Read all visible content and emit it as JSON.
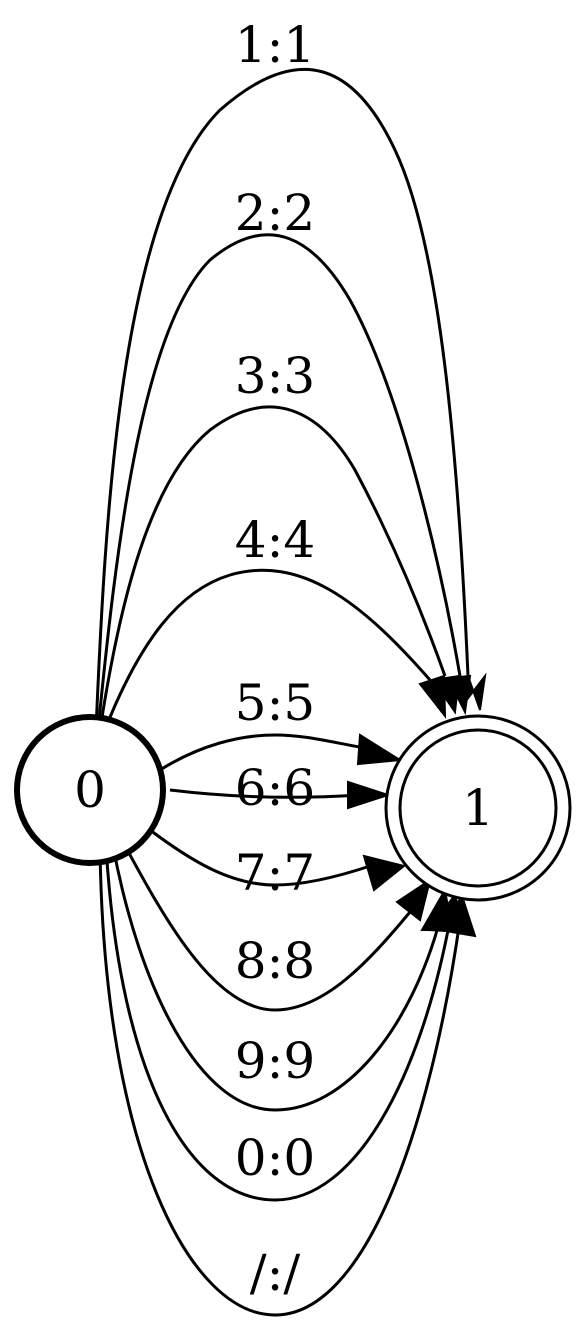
{
  "diagram": {
    "type": "finite-state-transducer",
    "nodes": [
      {
        "id": "0",
        "label": "0",
        "initial": true,
        "final": false
      },
      {
        "id": "1",
        "label": "1",
        "initial": false,
        "final": true
      }
    ],
    "edges": [
      {
        "from": "0",
        "to": "1",
        "label": "1:1"
      },
      {
        "from": "0",
        "to": "1",
        "label": "2:2"
      },
      {
        "from": "0",
        "to": "1",
        "label": "3:3"
      },
      {
        "from": "0",
        "to": "1",
        "label": "4:4"
      },
      {
        "from": "0",
        "to": "1",
        "label": "5:5"
      },
      {
        "from": "0",
        "to": "1",
        "label": "6:6"
      },
      {
        "from": "0",
        "to": "1",
        "label": "7:7"
      },
      {
        "from": "0",
        "to": "1",
        "label": "8:8"
      },
      {
        "from": "0",
        "to": "1",
        "label": "9:9"
      },
      {
        "from": "0",
        "to": "1",
        "label": "0:0"
      },
      {
        "from": "0",
        "to": "1",
        "label": "/:/"
      }
    ]
  }
}
